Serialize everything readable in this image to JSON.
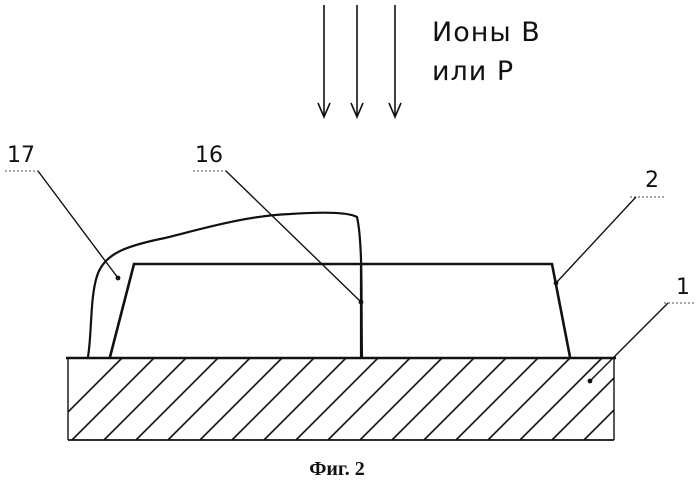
{
  "ions_label": {
    "line1": "Ионы  В",
    "line2": "или  Р"
  },
  "refs": {
    "r17": "17",
    "r16": "16",
    "r2": "2",
    "r1": "1"
  },
  "caption": "Фиг. 2"
}
